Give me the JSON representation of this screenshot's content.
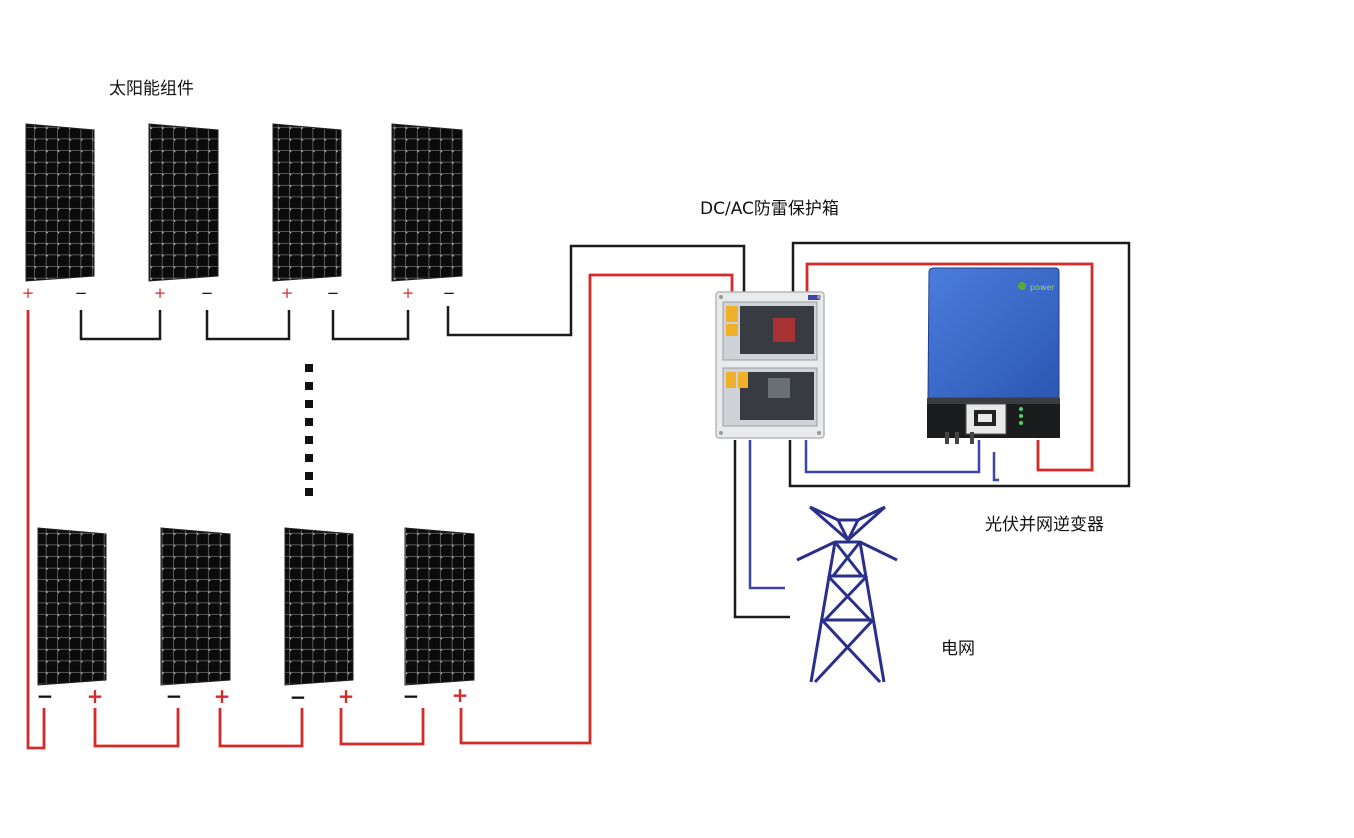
{
  "labels": {
    "solar_modules": "太阳能组件",
    "protection_box": "DC/AC防雷保护箱",
    "inverter": "光伏并网逆变器",
    "grid": "电网"
  },
  "terminals": {
    "plus": "+",
    "minus": "−"
  },
  "inverter_brand": "power",
  "colors": {
    "dc_positive_wire": "#d42a2a",
    "dc_negative_wire": "#1a1a1a",
    "ac_wire": "#3a47a8",
    "panel_cell": "#0b0b0b",
    "panel_grid": "#7a7a7a",
    "inverter_body": "#3a6bcf",
    "tower": "#2a2f8c"
  }
}
